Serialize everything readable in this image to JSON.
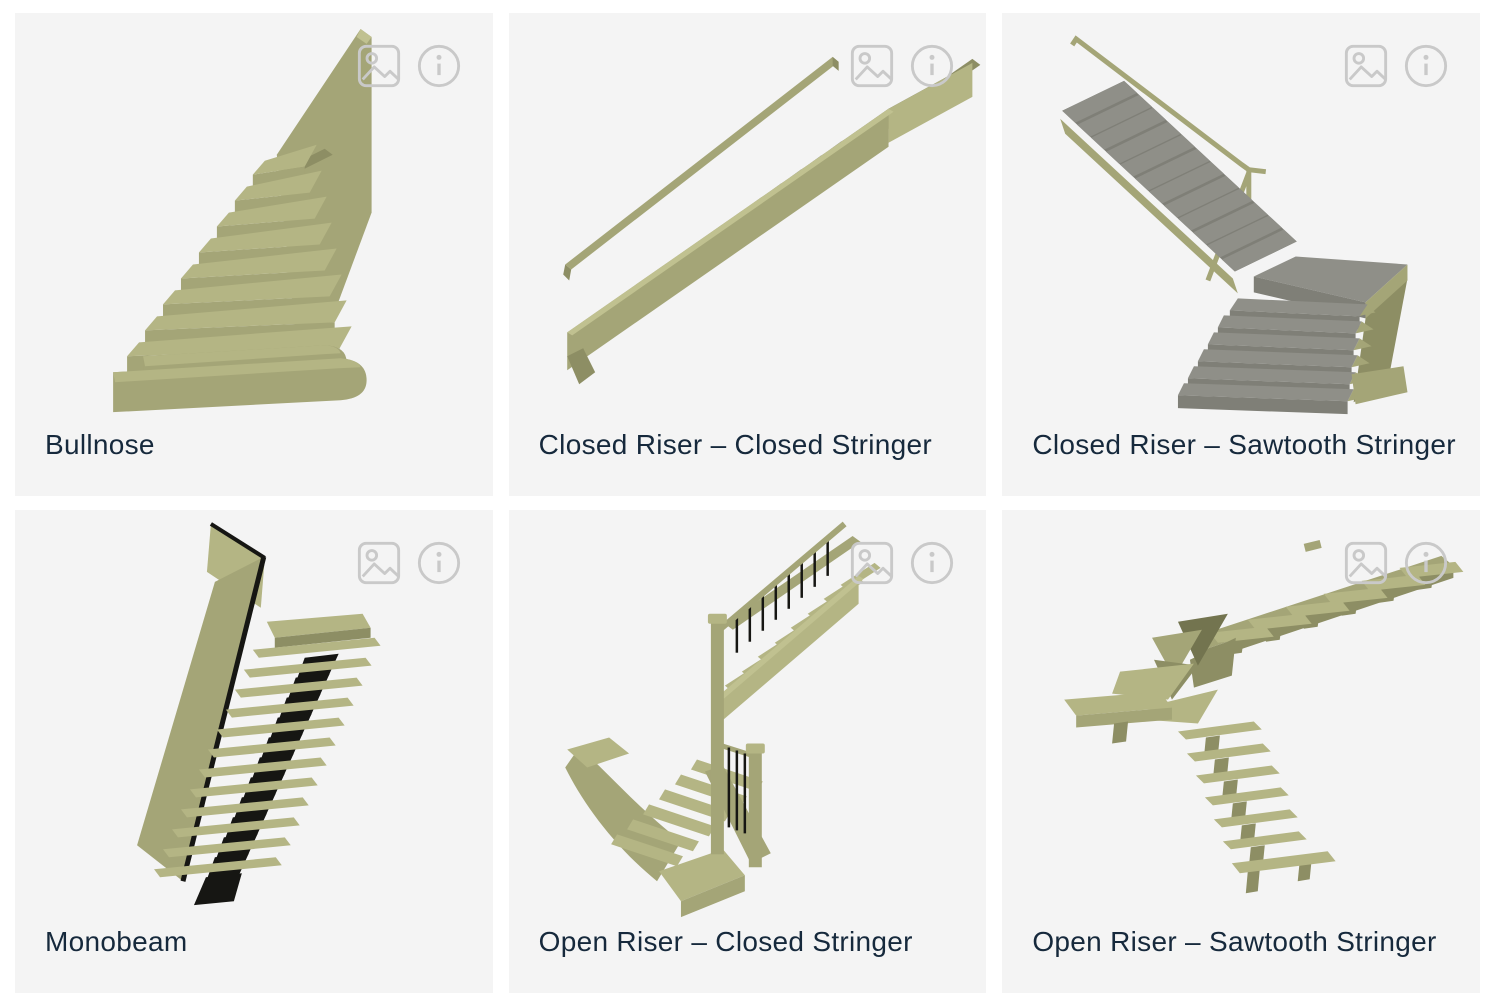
{
  "grid": {
    "cards": [
      {
        "id": "bullnose",
        "label": "Bullnose"
      },
      {
        "id": "closed-riser-closed-stringer",
        "label": "Closed Riser – Closed Stringer"
      },
      {
        "id": "closed-riser-sawtooth-stringer",
        "label": "Closed Riser – Sawtooth Stringer"
      },
      {
        "id": "monobeam",
        "label": "Monobeam"
      },
      {
        "id": "open-riser-closed-stringer",
        "label": "Open Riser – Closed Stringer"
      },
      {
        "id": "open-riser-sawtooth-stringer",
        "label": "Open Riser – Sawtooth Stringer"
      }
    ]
  },
  "icons": {
    "image_icon": "image-icon",
    "info_icon": "info-icon"
  },
  "colors": {
    "page_background": "#ffffff",
    "card_background": "#f4f4f4",
    "label_text": "#16293c",
    "icon_stroke": "#c9c9c9",
    "stair_khaki_top": "#c0c190",
    "stair_khaki_light": "#b4b584",
    "stair_khaki_mid": "#a4a577",
    "stair_khaki_dark": "#8d8e64",
    "stair_khaki_shadow": "#73744f",
    "stair_gray_light": "#8f8f88",
    "stair_gray_mid": "#7f7f77",
    "stair_gray_dark": "#686861",
    "stair_black": "#161613"
  }
}
